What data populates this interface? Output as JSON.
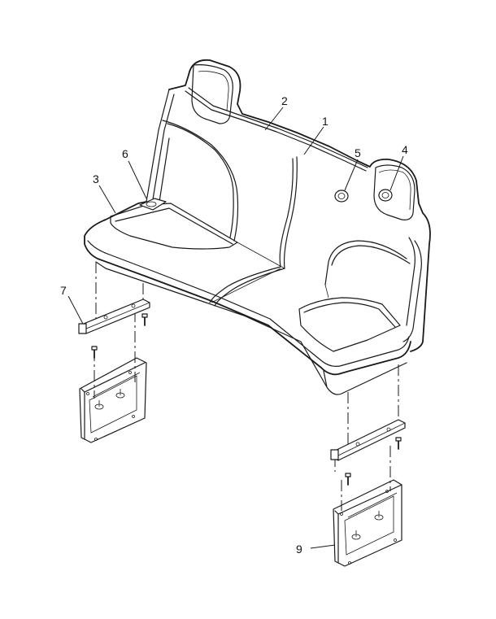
{
  "diagram": {
    "callouts": {
      "c1": "1",
      "c2": "2",
      "c3": "3",
      "c4": "4",
      "c5": "5",
      "c6": "6",
      "c7": "7",
      "c9": "9"
    }
  }
}
